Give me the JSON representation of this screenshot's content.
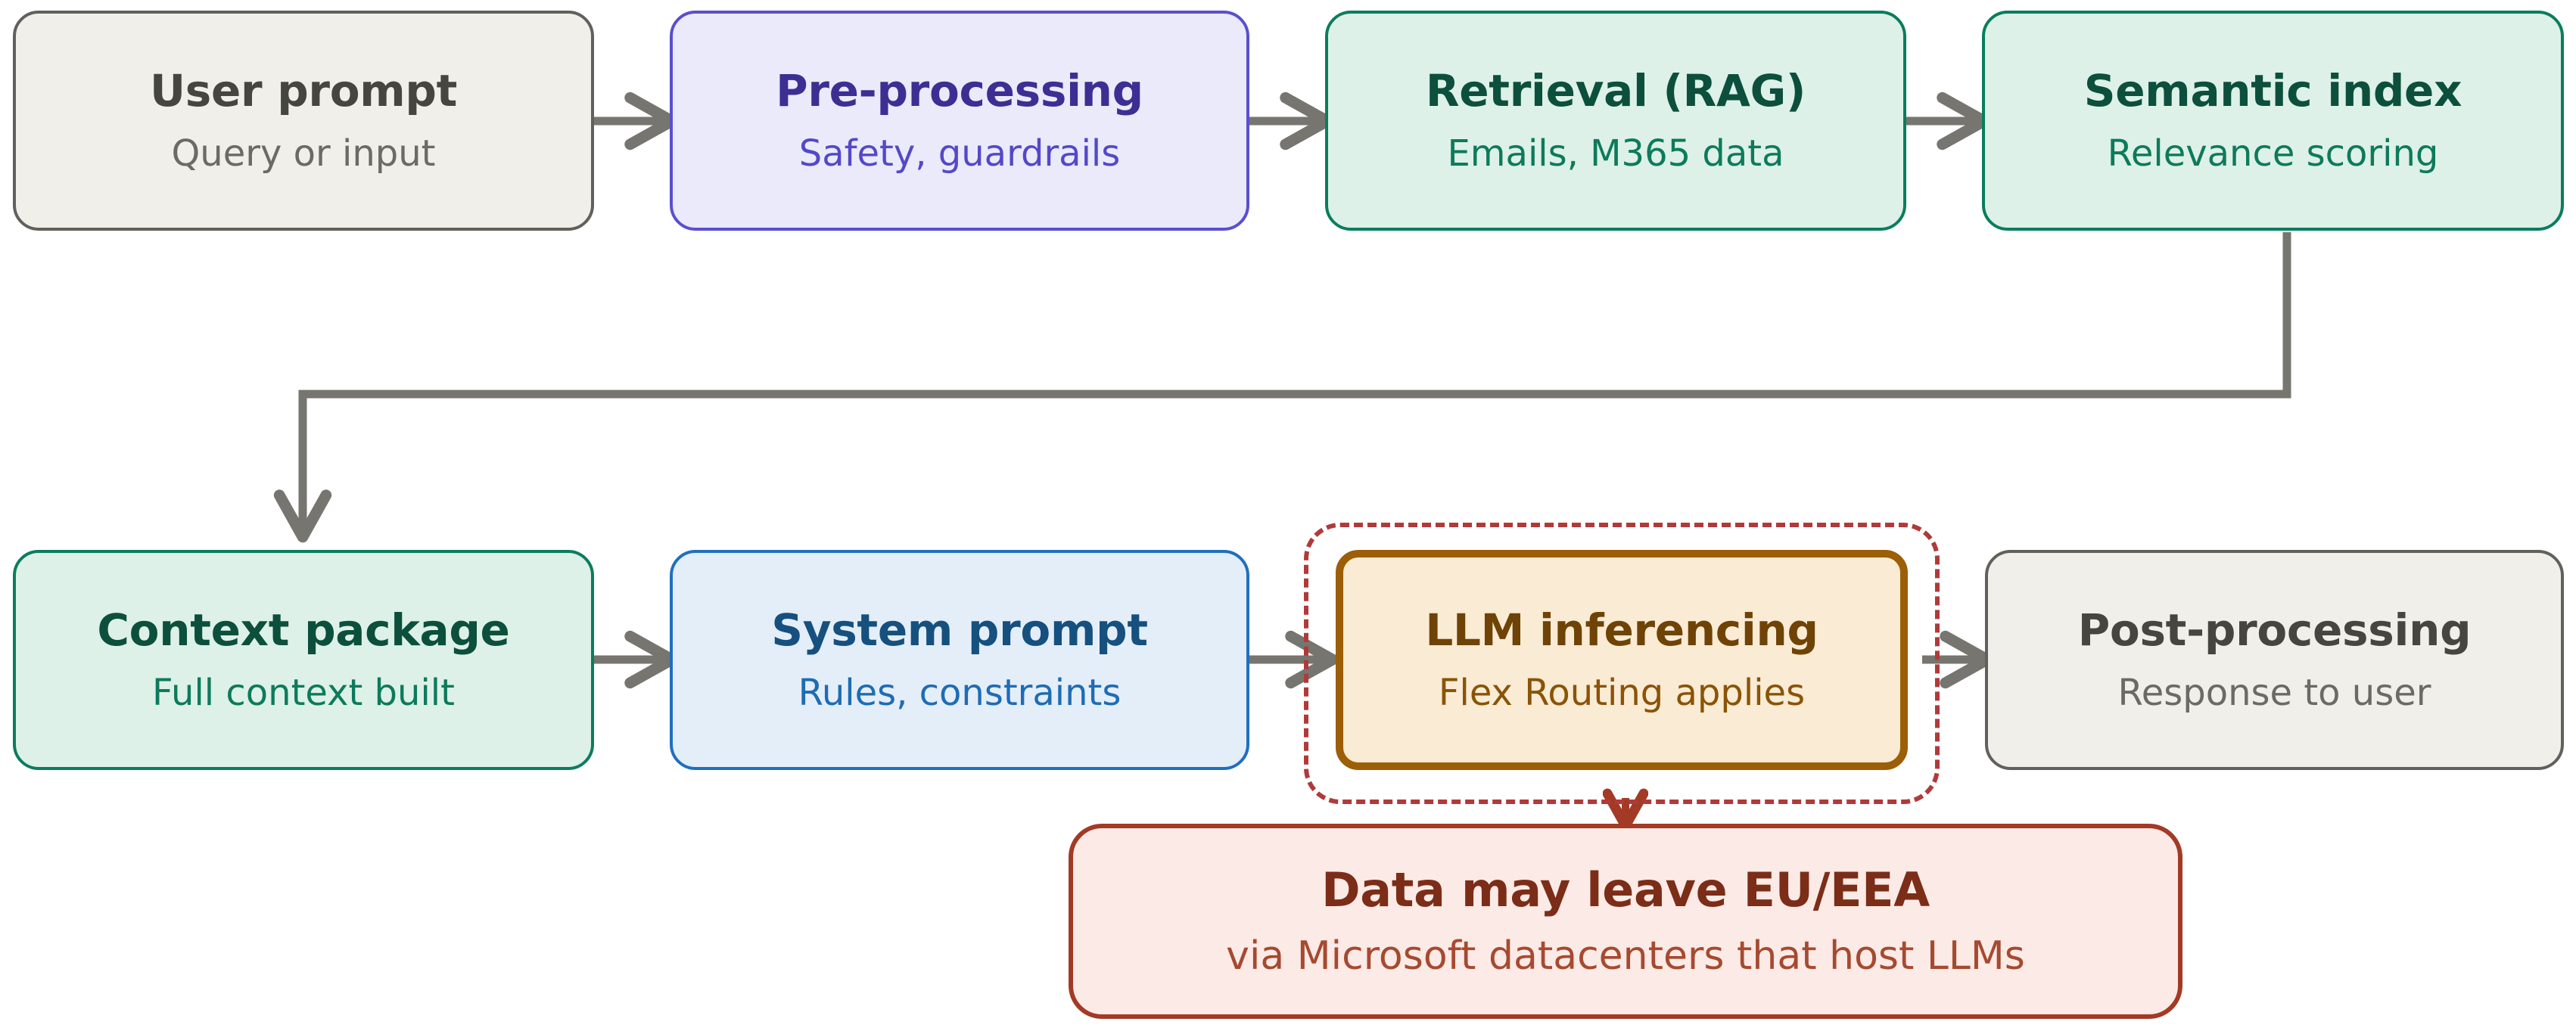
{
  "diagram": {
    "type": "flowchart",
    "orientation": "left-to-right, wrapping",
    "nodes": [
      {
        "id": "user-prompt",
        "title": "User prompt",
        "subtitle": "Query or input",
        "scheme": "neutral",
        "fill": "#f1efe9",
        "border": "#61605c",
        "title_color": "#464640"
      },
      {
        "id": "pre-processing",
        "title": "Pre-processing",
        "subtitle": "Safety, guardrails",
        "scheme": "purple",
        "fill": "#eaeafb",
        "border": "#5a4fcf",
        "title_color": "#3b2f93"
      },
      {
        "id": "retrieval-rag",
        "title": "Retrieval (RAG)",
        "subtitle": "Emails, M365 data",
        "scheme": "green",
        "fill": "#ddf1e8",
        "border": "#0b7d5e",
        "title_color": "#0c4f3c"
      },
      {
        "id": "semantic-index",
        "title": "Semantic index",
        "subtitle": "Relevance scoring",
        "scheme": "green",
        "fill": "#ddf1e8",
        "border": "#0b7d5e",
        "title_color": "#0c4f3c"
      },
      {
        "id": "context-package",
        "title": "Context package",
        "subtitle": "Full context built",
        "scheme": "green",
        "fill": "#ddf1e8",
        "border": "#0b7d5e",
        "title_color": "#0c4f3c"
      },
      {
        "id": "system-prompt",
        "title": "System prompt",
        "subtitle": "Rules, constraints",
        "scheme": "blue",
        "fill": "#e4eef9",
        "border": "#1f6fc0",
        "title_color": "#15507f"
      },
      {
        "id": "llm-inferencing",
        "title": "LLM inferencing",
        "subtitle": "Flex Routing applies",
        "scheme": "amber",
        "fill": "#faebd4",
        "border": "#9c5e06",
        "title_color": "#6f4206",
        "emphasis": "dashed-red-frame"
      },
      {
        "id": "post-processing",
        "title": "Post-processing",
        "subtitle": "Response to user",
        "scheme": "neutral",
        "fill": "#f1efe9",
        "border": "#61605c",
        "title_color": "#464640"
      },
      {
        "id": "data-leaves-eu",
        "title": "Data may leave EU/EEA",
        "subtitle": "via Microsoft datacenters that host LLMs",
        "scheme": "warning",
        "fill": "#fbeae6",
        "border": "#a33a25",
        "title_color": "#7b2d18"
      }
    ],
    "edges": [
      {
        "id": "edge-user-to-pre",
        "from": "user-prompt",
        "to": "pre-processing",
        "style": "solid",
        "color": "#767570"
      },
      {
        "id": "edge-pre-to-retrieval",
        "from": "pre-processing",
        "to": "retrieval-rag",
        "style": "solid",
        "color": "#767570"
      },
      {
        "id": "edge-retrieval-to-index",
        "from": "retrieval-rag",
        "to": "semantic-index",
        "style": "solid",
        "color": "#767570"
      },
      {
        "id": "edge-index-to-context",
        "from": "semantic-index",
        "to": "context-package",
        "style": "solid-elbow",
        "color": "#767570"
      },
      {
        "id": "edge-context-to-system",
        "from": "context-package",
        "to": "system-prompt",
        "style": "solid",
        "color": "#767570"
      },
      {
        "id": "edge-system-to-llm",
        "from": "system-prompt",
        "to": "llm-inferencing",
        "style": "solid",
        "color": "#767570"
      },
      {
        "id": "edge-llm-to-post",
        "from": "llm-inferencing",
        "to": "post-processing",
        "style": "solid",
        "color": "#767570"
      },
      {
        "id": "edge-llm-to-warning",
        "from": "llm-inferencing",
        "to": "data-leaves-eu",
        "style": "solid",
        "color": "#a33a25"
      }
    ]
  }
}
